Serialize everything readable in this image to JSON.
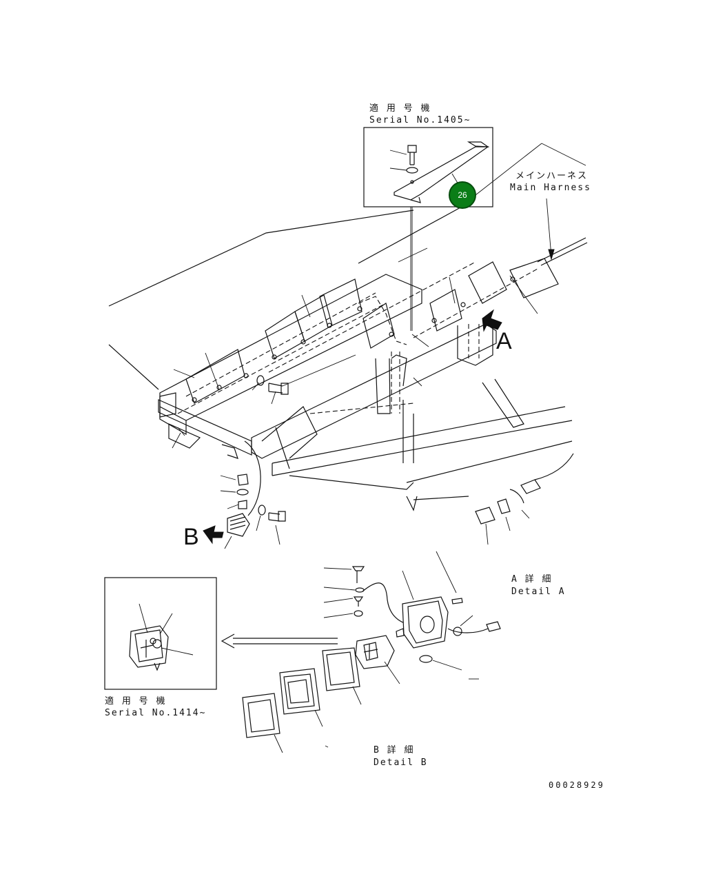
{
  "labels": {
    "inset_top_jp": "適 用 号 機",
    "inset_top_serial": "Serial No.1405~",
    "main_harness_jp": "メインハーネス",
    "main_harness_en": "Main Harness",
    "view_a_letter": "A",
    "view_b_letter": "B",
    "detail_a_jp": "A 詳 細",
    "detail_a_en": "Detail A",
    "detail_b_jp": "B 詳 細",
    "detail_b_en": "Detail B",
    "inset_bottom_jp": "適 用 号 機",
    "inset_bottom_serial": "Serial No.1414~",
    "drawing_number": "00028929"
  },
  "callout": {
    "number": "26",
    "color": "#0b7d17"
  }
}
